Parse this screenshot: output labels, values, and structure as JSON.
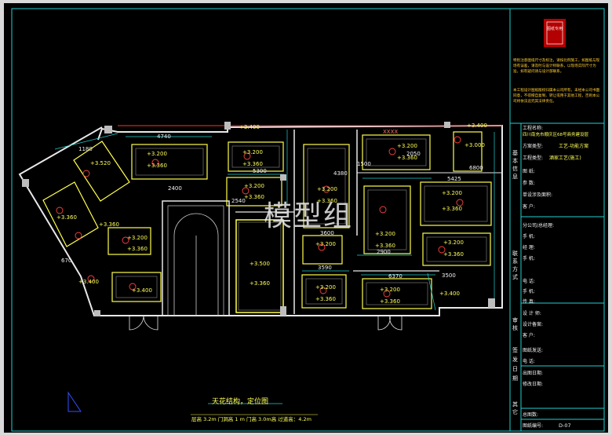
{
  "plan": {
    "title": "天花结构，定位图",
    "subtitle": "层高 3.2m 门洞高 1 m 门高 3.0m高 过道高：4.2m",
    "watermark": "模型组",
    "elevations": [
      "+3.200",
      "+3.360",
      "+3.400",
      "+3.500",
      "+3.520",
      "+3.000"
    ],
    "dimensions": [
      "4740",
      "2400",
      "5300",
      "4380",
      "2900",
      "5425",
      "3590",
      "6370",
      "3600",
      "2050",
      "1180",
      "670",
      "2540",
      "6800",
      "3500",
      "1500"
    ],
    "note": "XXXX"
  },
  "title_block": {
    "stamp_text": "图纸专用",
    "notes": [
      "特别注意图纸尺寸及标注，请按比例施工，如图纸与现场有误差，请及时与设计师联系，以现场实际尺寸为准，如有疑问请与设计部联系。",
      "本工程设计图纸版权归属本公司所有，未经本公司书面同意，不得擅自复制、转让或用于其他工程，否则本公司将依法追究其法律责任。"
    ],
    "project_label": "工程名称:",
    "project_value": "四川南充市顺庆区68号商务建设层",
    "scheme_label": "方案类型:",
    "scheme_value": "工艺-功能方案",
    "type_label": "工程类型:",
    "type_value": "酒家工艺(施工)",
    "basic_info": "基本信息",
    "fields_top": [
      "图    纸:",
      "参    数:",
      "单设涉及面积:",
      "客    户:"
    ],
    "contact_side": "联系方式",
    "fields_contact": [
      "分公司/总经理:",
      "手    机:",
      "经    理:",
      "手    机:",
      "电    话:",
      "手    机:",
      "传    真:",
      "设 计 师:",
      "设计备案:",
      "客    户:"
    ],
    "approval_side": "审核",
    "sign_side": "签发日期",
    "other_side": "其它",
    "fields_bottom": [
      "图纸发送:",
      "电    话:",
      "出图日期:",
      "修改日期:"
    ],
    "total_label": "总图数:",
    "drawing_no_label": "图纸编号:",
    "drawing_no_value": "D-07"
  }
}
